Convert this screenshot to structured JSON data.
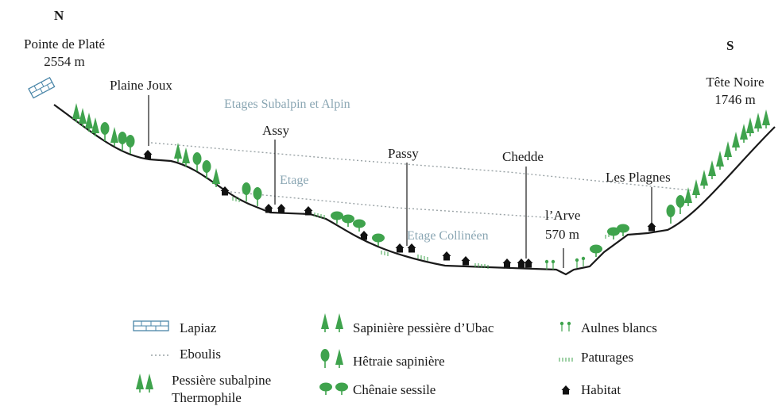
{
  "orientation": {
    "north": "N",
    "south": "S"
  },
  "peaks": {
    "north": {
      "name": "Pointe de Platé",
      "altitude": "2554 m"
    },
    "south": {
      "name": "Tête Noire",
      "altitude": "1746 m"
    }
  },
  "places": {
    "plaine_joux": "Plaine Joux",
    "assy": "Assy",
    "passy": "Passy",
    "chedde": "Chedde",
    "les_plagnes": "Les Plagnes",
    "arve": {
      "name": "l’Arve",
      "altitude": "570 m"
    }
  },
  "zones": {
    "subalpin_alpin": "Etages Subalpin et Alpin",
    "montagnard": "Etage",
    "collineen": "Etage Collinéen"
  },
  "legend": {
    "lapiaz": "Lapiaz",
    "eboulis": "Eboulis",
    "pessiere_line1": "Pessière subalpine",
    "pessiere_line2": "Thermophile",
    "sapiniere": "Sapinière pessière d’Ubac",
    "hetraie": "Hêtraie sapinière",
    "chenaie": "Chênaie sessile",
    "aulnes": "Aulnes blancs",
    "paturages": "Paturages",
    "habitat": "Habitat"
  },
  "colors": {
    "tree_green": "#3fa34d",
    "terrain": "#1a1a1a",
    "eboulis_dots": "#9aa3a6",
    "zone_text": "#8aa6b3",
    "lapiaz_blue": "#4a86a8"
  }
}
